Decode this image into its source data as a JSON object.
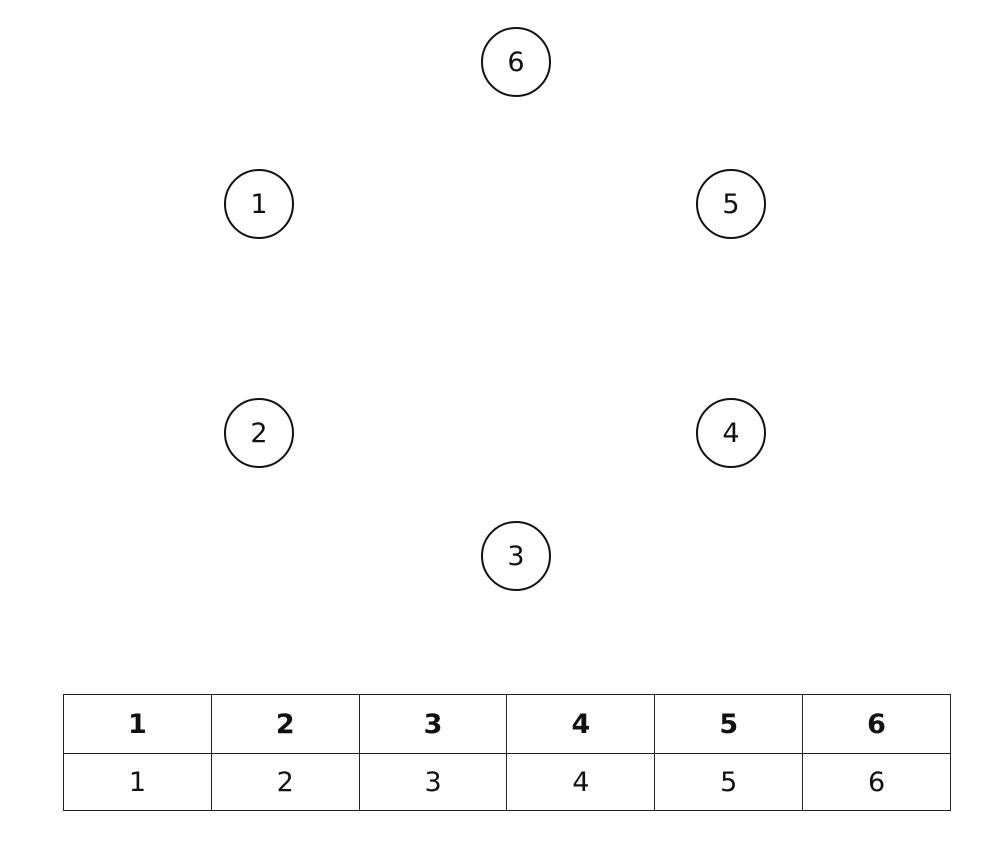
{
  "nodes": [
    {
      "label": "1"
    },
    {
      "label": "2"
    },
    {
      "label": "3"
    },
    {
      "label": "4"
    },
    {
      "label": "5"
    },
    {
      "label": "6"
    }
  ],
  "table": {
    "headers": [
      "1",
      "2",
      "3",
      "4",
      "5",
      "6"
    ],
    "row": [
      "1",
      "2",
      "3",
      "4",
      "5",
      "6"
    ]
  }
}
